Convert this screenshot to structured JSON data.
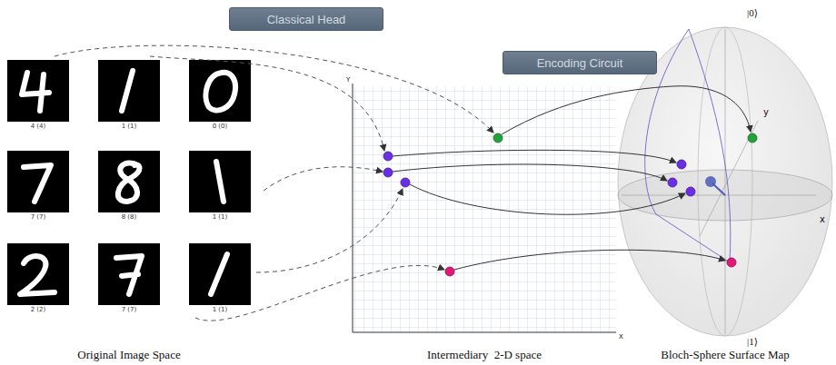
{
  "diagram": {
    "nodes": [
      {
        "text": [
          "Classical Head"
        ]
      },
      {
        "text": [
          "Encoding Circuit"
        ]
      },
      {
        "text": [
          "4 (4)"
        ]
      },
      {
        "text": [
          "1 (1)"
        ]
      },
      {
        "text": [
          "0 (0)"
        ]
      },
      {
        "text": [
          "7 (7)"
        ]
      },
      {
        "text": [
          "8 (8)"
        ]
      },
      {
        "text": [
          "1 (1)"
        ]
      },
      {
        "text": [
          "2 (2)"
        ]
      },
      {
        "text": [
          "7 (7)"
        ]
      },
      {
        "text": [
          "1 (1)"
        ]
      }
    ],
    "labels": [
      "Y",
      "X",
      "|0⟩",
      "y",
      "x",
      "|1⟩",
      "Original Image Space",
      "Intermediary  2-D space",
      "Bloch-Sphere Surface Map"
    ]
  }
}
